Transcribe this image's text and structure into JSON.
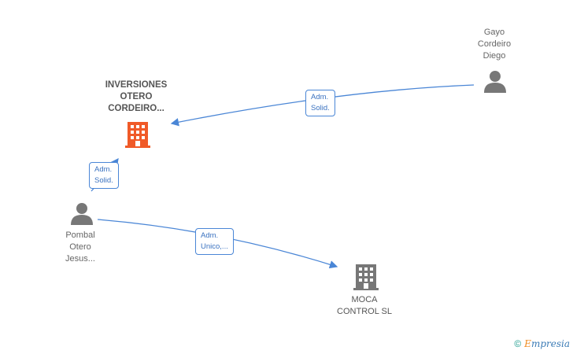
{
  "nodes": {
    "inversiones": {
      "label": "INVERSIONES\nOTERO\nCORDEIRO...",
      "color": "#f05a28"
    },
    "gayo": {
      "label": "Gayo\nCordeiro\nDiego"
    },
    "pombal": {
      "label": "Pombal\nOtero\nJesus..."
    },
    "moca": {
      "label": "MOCA\nCONTROL SL"
    }
  },
  "edges": {
    "gayo_to_inversiones": {
      "label": "Adm.\nSolid."
    },
    "pombal_to_inversiones": {
      "label": "Adm.\nSolid."
    },
    "pombal_to_moca": {
      "label": "Adm.\nUnico,..."
    }
  },
  "footer": {
    "copyright": "©",
    "brand_first": "E",
    "brand_rest": "mpresia"
  },
  "colors": {
    "edge": "#4a86d6",
    "person": "#777777",
    "company_main": "#f05a28",
    "company": "#777777"
  }
}
